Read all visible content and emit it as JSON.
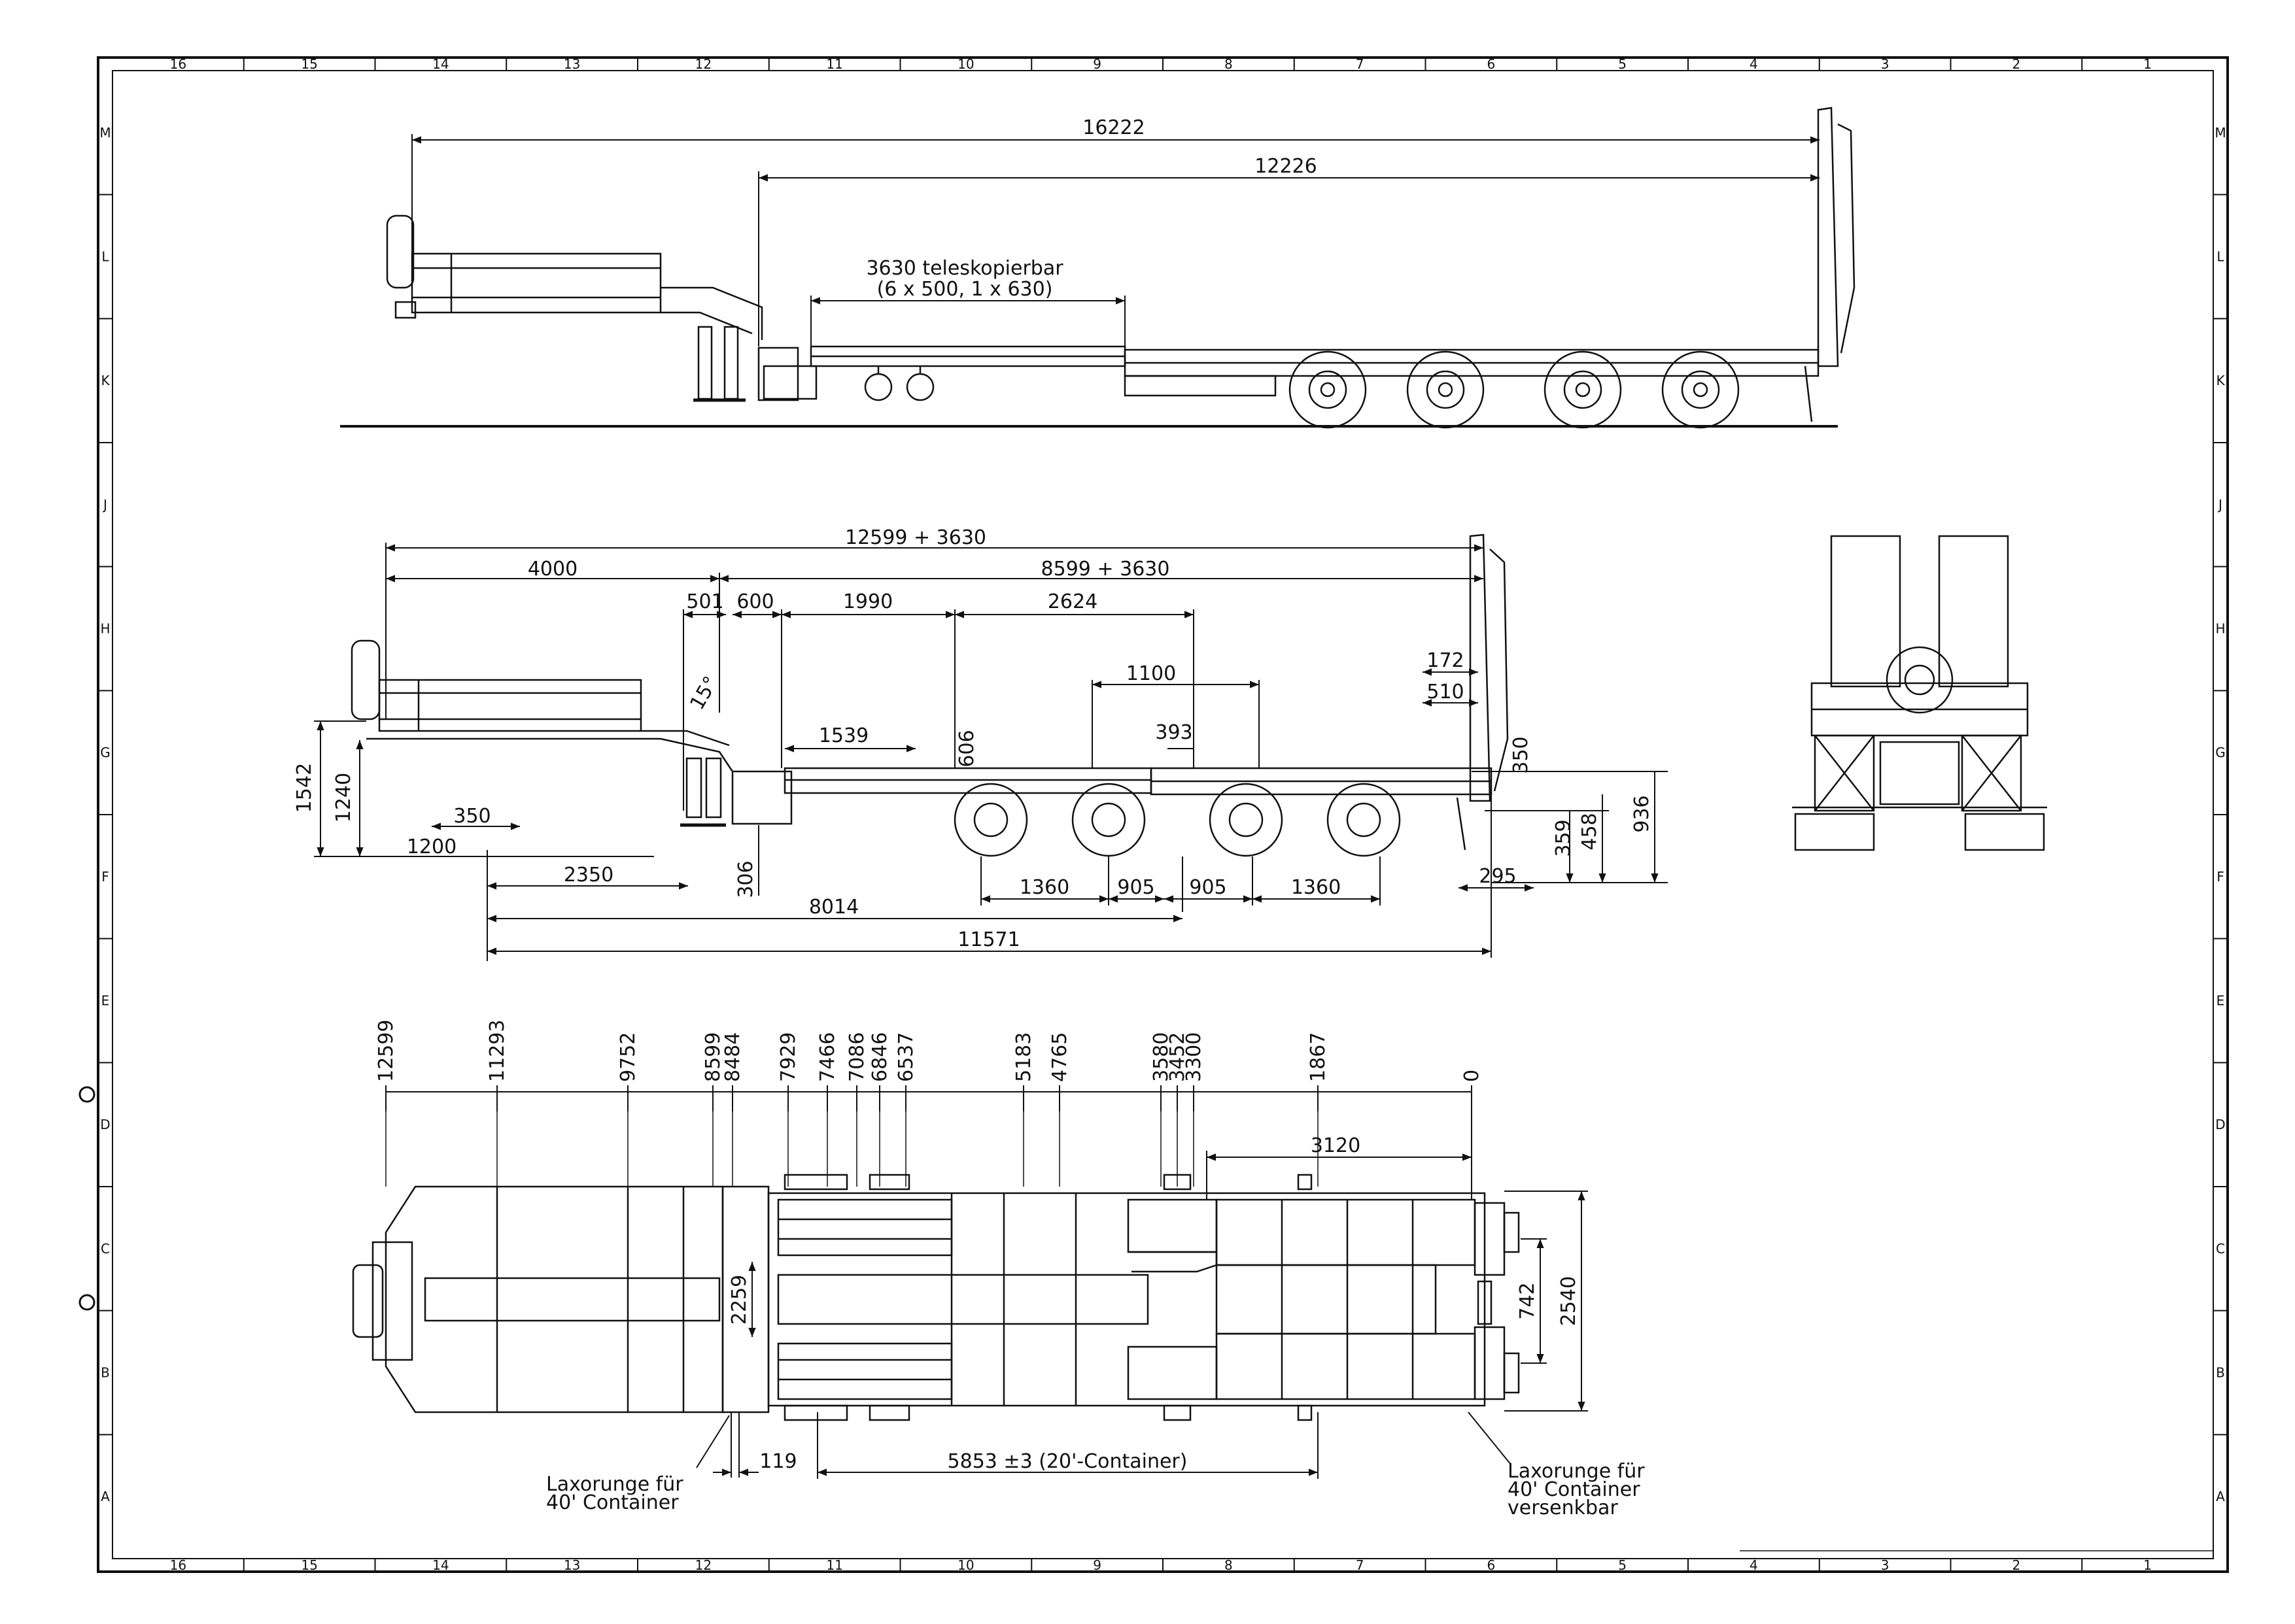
{
  "frame": {
    "col_labels": [
      "16",
      "15",
      "14",
      "13",
      "12",
      "11",
      "10",
      "9",
      "8",
      "7",
      "6",
      "5",
      "4",
      "3",
      "2",
      "1"
    ],
    "row_labels": [
      "M",
      "L",
      "K",
      "J",
      "H",
      "G",
      "F",
      "E",
      "D",
      "C",
      "B",
      "A"
    ]
  },
  "side_view": {
    "overall_length": "16222",
    "deck_length": "12226",
    "telescopic_note": "3630 teleskopierbar",
    "telescopic_detail": "(6 x 500, 1 x 630)"
  },
  "elevation": {
    "top_dims": [
      "12599 + 3630",
      "4000",
      "8599 + 3630",
      "501",
      "600",
      "1990",
      "2624",
      "1100",
      "172",
      "510",
      "1539",
      "606",
      "393",
      "350",
      "15°"
    ],
    "left_heights": [
      "1542",
      "1240",
      "350",
      "1200"
    ],
    "right_heights": [
      "359",
      "458",
      "936"
    ],
    "bottom_dims": [
      "2350",
      "306",
      "1360",
      "905",
      "905",
      "1360",
      "295",
      "8014",
      "11571"
    ]
  },
  "plan_view": {
    "stations": [
      "12599",
      "11293",
      "9752",
      "8599",
      "8484",
      "7929",
      "7466",
      "7086",
      "6846",
      "6537",
      "5183",
      "4765",
      "3580",
      "3452",
      "3300",
      "1867",
      "0"
    ],
    "dims": [
      "3120",
      "2259",
      "742",
      "2540",
      "119",
      "5853 ±3 (20'-Container)"
    ],
    "note_left": [
      "Laxorunge für",
      "40' Container"
    ],
    "note_right": [
      "Laxorunge für",
      "40' Container",
      "versenkbar"
    ]
  }
}
